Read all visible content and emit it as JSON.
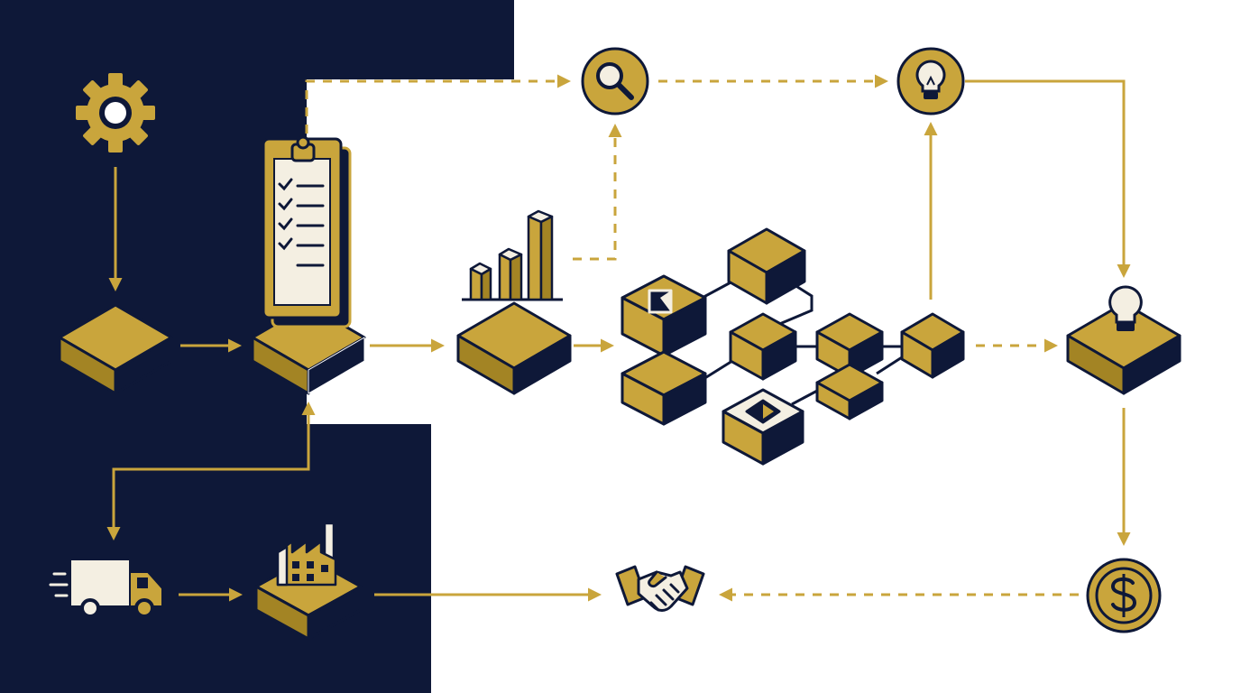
{
  "colors": {
    "navy": "#0e1838",
    "gold": "#c9a53c",
    "gold_dark": "#a38424",
    "cream": "#f4efe2",
    "white": "#ffffff"
  },
  "icons": [
    "gear-icon",
    "clipboard-checklist-icon",
    "bar-chart-icon",
    "search-icon",
    "lightbulb-icon",
    "network-cubes-icon",
    "delivery-truck-icon",
    "factory-icon",
    "handshake-icon",
    "dollar-coin-icon"
  ],
  "edges": [
    {
      "from": "gear",
      "to": "block-1",
      "style": "solid"
    },
    {
      "from": "block-1",
      "to": "clipboard-block",
      "style": "solid"
    },
    {
      "from": "clipboard-block",
      "to": "chart-block",
      "style": "solid"
    },
    {
      "from": "chart-block",
      "to": "network",
      "style": "solid"
    },
    {
      "from": "clipboard-block",
      "to": "search",
      "style": "dashed"
    },
    {
      "from": "chart-block",
      "to": "search",
      "style": "dashed"
    },
    {
      "from": "search",
      "to": "lightbulb",
      "style": "dashed"
    },
    {
      "from": "network",
      "to": "lightbulb",
      "style": "solid"
    },
    {
      "from": "lightbulb",
      "to": "idea-block",
      "style": "solid"
    },
    {
      "from": "network",
      "to": "idea-block",
      "style": "dashed"
    },
    {
      "from": "idea-block",
      "to": "dollar-coin",
      "style": "solid"
    },
    {
      "from": "dollar-coin",
      "to": "handshake",
      "style": "dashed"
    },
    {
      "from": "factory-block",
      "to": "handshake",
      "style": "solid"
    },
    {
      "from": "truck",
      "to": "factory-block",
      "style": "solid"
    },
    {
      "from": "clipboard-block",
      "to": "truck",
      "style": "solid"
    },
    {
      "from": "truck",
      "to": "clipboard-block",
      "style": "solid"
    }
  ]
}
